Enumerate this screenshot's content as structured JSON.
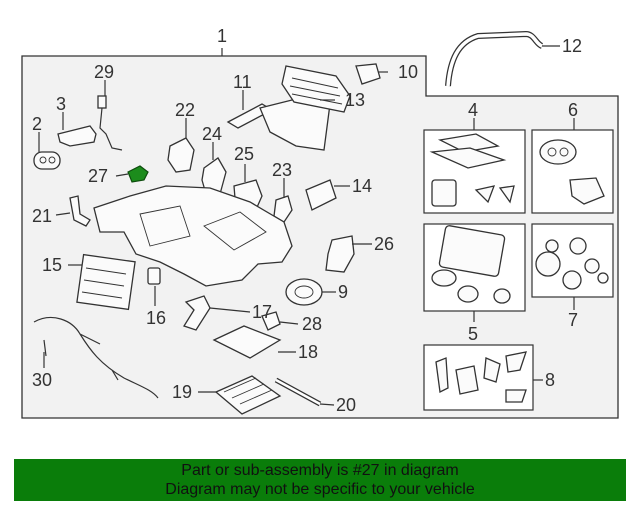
{
  "diagram": {
    "callouts": [
      "1",
      "2",
      "3",
      "4",
      "5",
      "6",
      "7",
      "8",
      "9",
      "10",
      "11",
      "12",
      "13",
      "14",
      "15",
      "16",
      "17",
      "18",
      "19",
      "20",
      "21",
      "22",
      "23",
      "24",
      "25",
      "26",
      "27",
      "28",
      "29",
      "30"
    ],
    "highlighted_part": "27",
    "colors": {
      "highlight": "#1c8c1c",
      "line": "#333333",
      "box_fill": "#f2f2f2",
      "banner": "#0a7d0a"
    }
  },
  "banner": {
    "line1": "Part or sub-assembly is #27 in diagram",
    "line2": "Diagram may not be specific to your vehicle"
  }
}
